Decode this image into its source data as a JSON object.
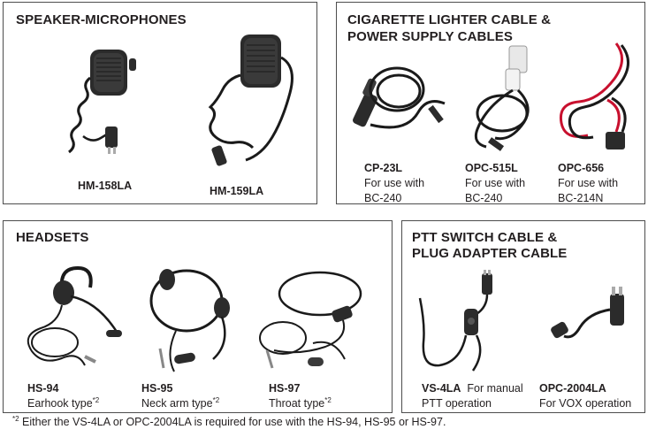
{
  "speaker_mics": {
    "title": "SPEAKER-MICROPHONES",
    "items": [
      {
        "code": "HM-158LA",
        "image": "speaker-microphone-image"
      },
      {
        "code": "HM-159LA",
        "image": "speaker-microphone-image"
      }
    ]
  },
  "cables": {
    "title_line1": "CIGARETTE LIGHTER CABLE &",
    "title_line2": "POWER SUPPLY CABLES",
    "items": [
      {
        "code": "CP-23L",
        "line2": "For use with",
        "line3": "BC-240"
      },
      {
        "code": "OPC-515L",
        "line2": "For use with",
        "line3": "BC-240"
      },
      {
        "code": "OPC-656",
        "line2": "For use with",
        "line3": "BC-214N"
      }
    ]
  },
  "headsets": {
    "title": "HEADSETS",
    "items": [
      {
        "code": "HS-94",
        "desc": "Earhook type",
        "note": "*2"
      },
      {
        "code": "HS-95",
        "desc": "Neck arm type",
        "note": "*2"
      },
      {
        "code": "HS-97",
        "desc": "Throat type",
        "note": "*2"
      }
    ]
  },
  "ptt": {
    "title_line1": "PTT SWITCH CABLE &",
    "title_line2": "PLUG ADAPTER CABLE",
    "items": [
      {
        "code": "VS-4LA",
        "suffix": "For manual",
        "line2": "PTT operation"
      },
      {
        "code": "OPC-2004LA",
        "line2": "For VOX operation"
      }
    ]
  },
  "footnote": {
    "mark": "*2",
    "text": " Either the VS-4LA or OPC-2004LA is required for use with the HS-94, HS-95 or HS-97."
  },
  "colors": {
    "border": "#4d4d4d",
    "text": "#231f20",
    "cable_black": "#1a1a1a",
    "cable_red": "#c8102e"
  }
}
